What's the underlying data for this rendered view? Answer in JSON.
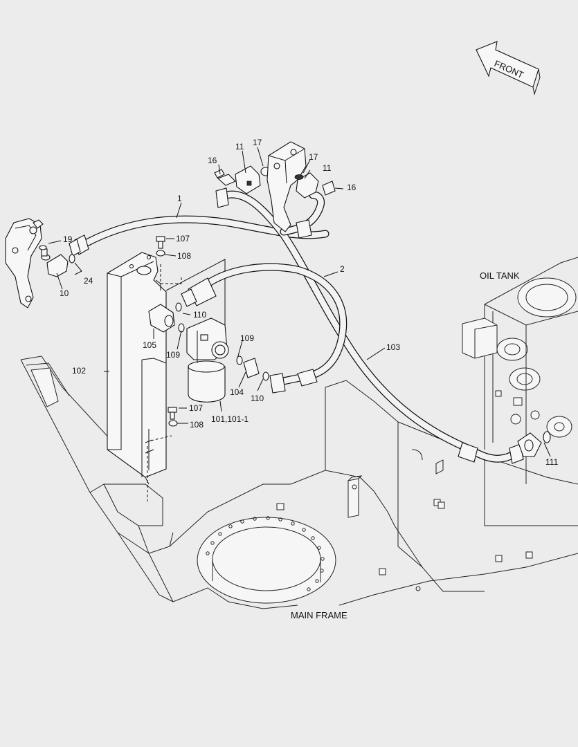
{
  "diagram": {
    "front_label": "FRONT",
    "oil_tank_label": "OIL TANK",
    "main_frame_label": "MAIN FRAME",
    "callouts": {
      "c1": "1",
      "c2": "2",
      "c10": "10",
      "c11a": "11",
      "c11b": "11",
      "c16a": "16",
      "c16b": "16",
      "c17a": "17",
      "c17b": "17",
      "c19": "19",
      "c24": "24",
      "c101": "101,101-1",
      "c102": "102",
      "c103": "103",
      "c104": "104",
      "c105": "105",
      "c107a": "107",
      "c107b": "107",
      "c108a": "108",
      "c108b": "108",
      "c109a": "109",
      "c109b": "109",
      "c110a": "110",
      "c110b": "110",
      "c111": "111"
    }
  }
}
